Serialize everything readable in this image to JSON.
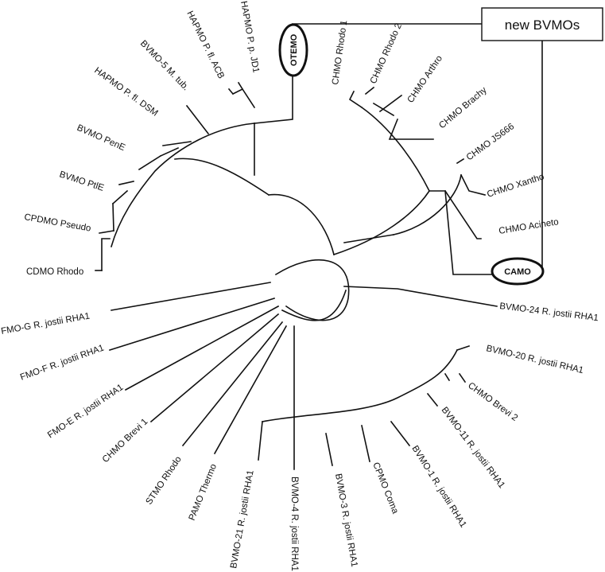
{
  "legend_box": {
    "text": "new BVMOs"
  },
  "highlights": {
    "otemo": "OTEMO",
    "camo": "CAMO"
  },
  "leaves": {
    "hapmo_ppjd1": "HAPMO P. p. JD1",
    "hapmo_pfl_acb": "HAPMO P. fl. ACB",
    "bvmo5_mtub": "BVMO-5 M. tub.",
    "hapmo_pfl_dsm": "HAPMO P. fl. DSM",
    "bvmo_pene": "BVMO PenE",
    "bvmo_ptle": "BVMO PtlE",
    "cpdmo_pseudo": "CPDMO Pseudo",
    "cdmo_rhodo": "CDMO Rhodo",
    "chmo_rhodo1": "CHMO Rhodo 1",
    "chmo_rhodo2": "CHMO Rhodo 2",
    "chmo_arthro": "CHMO Arthro",
    "chmo_brachy": "CHMO Brachy",
    "chmo_js666": "CHMO JS666",
    "chmo_xantho": "CHMO Xantho",
    "chmo_acineto": "CHMO Acineto",
    "bvmo24": "BVMO-24 R. jostii RHA1",
    "bvmo20": "BVMO-20 R. jostii RHA1",
    "chmo_brevi2": "CHMO Brevi 2",
    "bvmo11": "BVMO-11 R. jostii RHA1",
    "bvmo1": "BVMO-1 R. jostii RHA1",
    "cpmo_coma": "CPMO Coma",
    "bvmo3": "BVMO-3 R. jostii RHA1",
    "bvmo4": "BVMO-4 R. jostii RHA1",
    "bvmo21": "BVMO-21 R. jostii RHA1",
    "pamo_thermo": "PAMO Thermo",
    "stmo_rhodo": "STMO Rhodo",
    "chmo_brevi1": "CHMO Brevi 1",
    "fmo_e": "FMO-E R. jostii RHA1",
    "fmo_f": "FMO-F R. jostii RHA1",
    "fmo_g": "FMO-G R. jostii RHA1"
  }
}
